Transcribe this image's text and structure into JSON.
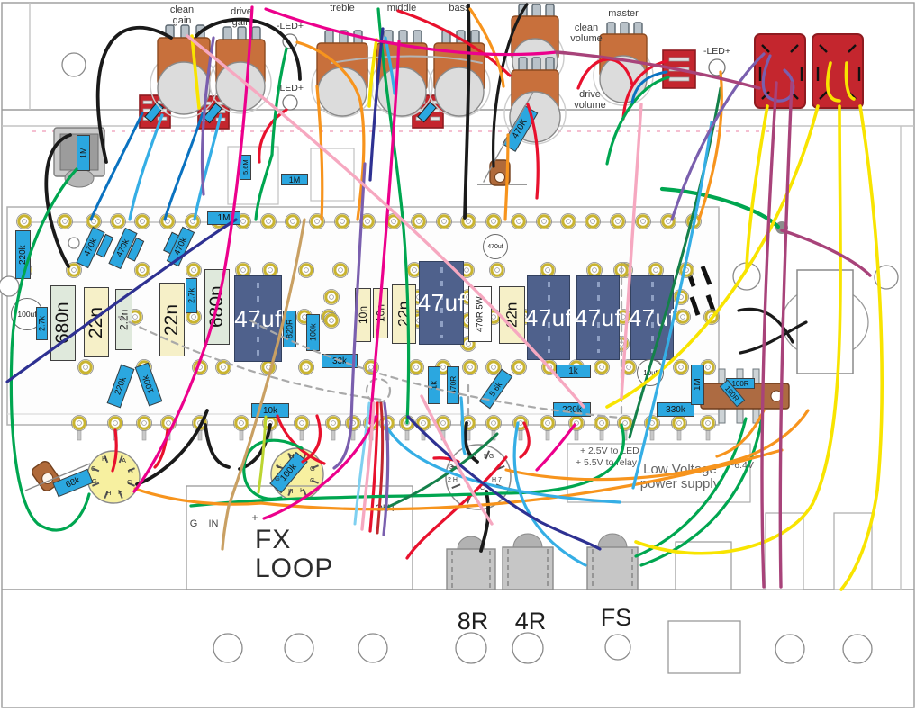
{
  "pots": [
    {
      "name": "clean-gain",
      "label": "clean\ngain"
    },
    {
      "name": "drive-gain",
      "label": "drive\ngain"
    },
    {
      "name": "treble",
      "label": "treble"
    },
    {
      "name": "middle",
      "label": "middle"
    },
    {
      "name": "bass",
      "label": "bass"
    },
    {
      "name": "clean-volume",
      "label": "clean\nvolume"
    },
    {
      "name": "drive-volume",
      "label": "drive\nvolume"
    },
    {
      "name": "master",
      "label": "master"
    }
  ],
  "leds": [
    "-LED+",
    "-LED+",
    "-LED+"
  ],
  "components": [
    {
      "name": "input-grid-resistor",
      "label": "1M"
    },
    {
      "name": "r-220k-left",
      "label": "220k"
    },
    {
      "name": "c-100uf",
      "label": "100uf"
    },
    {
      "name": "r-2k7-a",
      "label": "2.7k"
    },
    {
      "name": "c-680n-a",
      "label": "680n"
    },
    {
      "name": "c-22n-a",
      "label": "22n"
    },
    {
      "name": "c-2n2",
      "label": "2.2n"
    },
    {
      "name": "c-22n-b",
      "label": "22n"
    },
    {
      "name": "r-2k7-b",
      "label": "2.7k"
    },
    {
      "name": "c-680n-b",
      "label": "680n"
    },
    {
      "name": "c-47uf-a",
      "label": "47uf"
    },
    {
      "name": "r-820r",
      "label": "820R"
    },
    {
      "name": "r-100k-a",
      "label": "100k"
    },
    {
      "name": "c-10n-a",
      "label": "10n"
    },
    {
      "name": "c-10n-b",
      "label": "10n"
    },
    {
      "name": "c-22n-c",
      "label": "22n"
    },
    {
      "name": "c-47uf-b",
      "label": "47uf"
    },
    {
      "name": "r-470r-5w",
      "label": "470R 5W"
    },
    {
      "name": "c-22n-d",
      "label": "22n"
    },
    {
      "name": "c-47uf-c",
      "label": "47uf"
    },
    {
      "name": "c-47uf-d",
      "label": "47uf"
    },
    {
      "name": "c-47uf-e",
      "label": "47uf"
    },
    {
      "name": "c-470uf",
      "label": "470uf"
    },
    {
      "name": "c-10uf",
      "label": "10uf"
    },
    {
      "name": "r-33k",
      "label": "33k"
    },
    {
      "name": "r-10k",
      "label": "10k"
    },
    {
      "name": "r-220k-diag",
      "label": "220k"
    },
    {
      "name": "r-100k-diag",
      "label": "100k"
    },
    {
      "name": "r-1k-a",
      "label": "1k"
    },
    {
      "name": "r-470r",
      "label": "470R"
    },
    {
      "name": "r-5k6",
      "label": "5.6k"
    },
    {
      "name": "r-1k-b",
      "label": "1k"
    },
    {
      "name": "r-220k-b",
      "label": "220k"
    },
    {
      "name": "r-330k",
      "label": "330k"
    },
    {
      "name": "r-1m-a",
      "label": "1M"
    },
    {
      "name": "r-100r-a",
      "label": "100R"
    },
    {
      "name": "r-100r-b",
      "label": "100R"
    },
    {
      "name": "r-470k-a",
      "label": "470k"
    },
    {
      "name": "r-470k-b",
      "label": "470k"
    },
    {
      "name": "r-470k-c",
      "label": "470k"
    },
    {
      "name": "r-1m-b",
      "label": "1M"
    },
    {
      "name": "r-1m-c",
      "label": "1M"
    },
    {
      "name": "r-5m6",
      "label": "5.6M"
    },
    {
      "name": "r-470k-drive-volume",
      "label": "470K"
    },
    {
      "name": "r-68k",
      "label": "68k"
    },
    {
      "name": "r-100k-socket2",
      "label": "100k"
    }
  ],
  "sockets": {
    "v1_pins": [
      "H",
      "C",
      "A",
      "G",
      "G",
      "C",
      "H",
      "H"
    ],
    "v2_pins": [
      "H",
      "C",
      "G",
      "G",
      "C",
      "H",
      "H"
    ],
    "power_pins": [
      "3 A",
      "4 G",
      "5 G",
      "6",
      "2 H",
      "H 7",
      "1",
      "C"
    ]
  },
  "fx_loop": {
    "title": "FX LOOP",
    "out": "OUT",
    "g": "G",
    "in": "IN",
    "plus": "+"
  },
  "power": {
    "led_line": "+ 2.5V to LED",
    "relay_line": "+ 5.5V to relay",
    "box_label": "Low Voltage\npower supply",
    "heater": "~6.4V"
  },
  "rear_jacks": {
    "r8": "8R",
    "r4": "4R",
    "fs": "FS"
  },
  "colors": {
    "wire_yellow": "#f8e400",
    "wire_red": "#e8112d",
    "wire_green": "#00a650",
    "wire_orange": "#f7941d",
    "wire_black": "#1a1a1a",
    "relay_red": "#c4262e",
    "resistor_blue": "#2ba7e0",
    "cap_navy": "#4f618c",
    "socket_yellow": "#f7f0a0"
  }
}
